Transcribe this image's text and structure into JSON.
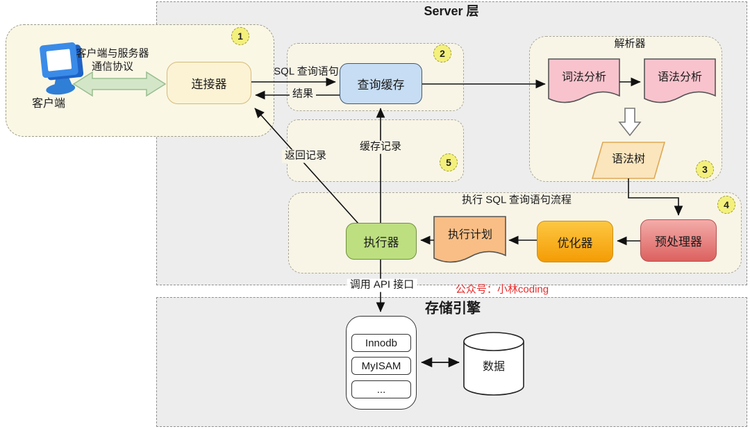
{
  "titles": {
    "server": "Server 层",
    "storage": "存储引擎"
  },
  "watermark": "公众号：小林coding",
  "client_section": {
    "badge": "1",
    "client_label": "客户端",
    "protocol_line1": "客户端与服务器",
    "protocol_line2": "通信协议",
    "connector_label": "连接器"
  },
  "query_cache_section": {
    "badge": "2",
    "query_cache_label": "查询缓存"
  },
  "cache_record_section": {
    "badge": "5",
    "cache_record_label": "缓存记录",
    "return_record_label": "返回记录"
  },
  "parser_section": {
    "badge": "3",
    "title": "解析器",
    "lexical_label": "词法分析",
    "syntax_label": "语法分析",
    "syntax_tree_label": "语法树"
  },
  "exec_section": {
    "badge": "4",
    "title": "执行 SQL 查询语句流程",
    "executor_label": "执行器",
    "exec_plan_label": "执行计划",
    "optimizer_label": "优化器",
    "preprocessor_label": "预处理器"
  },
  "edge_labels": {
    "sql_query": "SQL 查询语句",
    "result": "结果",
    "call_api": "调用 API 接口"
  },
  "storage_section": {
    "engines": [
      "Innodb",
      "MyISAM",
      "..."
    ],
    "data_label": "数据"
  },
  "colors": {
    "connector_fill": "#FCF3D4",
    "query_cache_fill": "#C6DDF4",
    "executor_fill": "#BDDF80",
    "optimizer_fill": "#F9AD14",
    "preprocessor_fill": "#E88784",
    "doc_pink_fill": "#F8C3CD",
    "doc_orange_fill": "#F8BE85",
    "syntax_tree_fill": "#FAE5BD",
    "badge_fill": "#F4F07C",
    "watermark_red": "#E82C2C"
  }
}
